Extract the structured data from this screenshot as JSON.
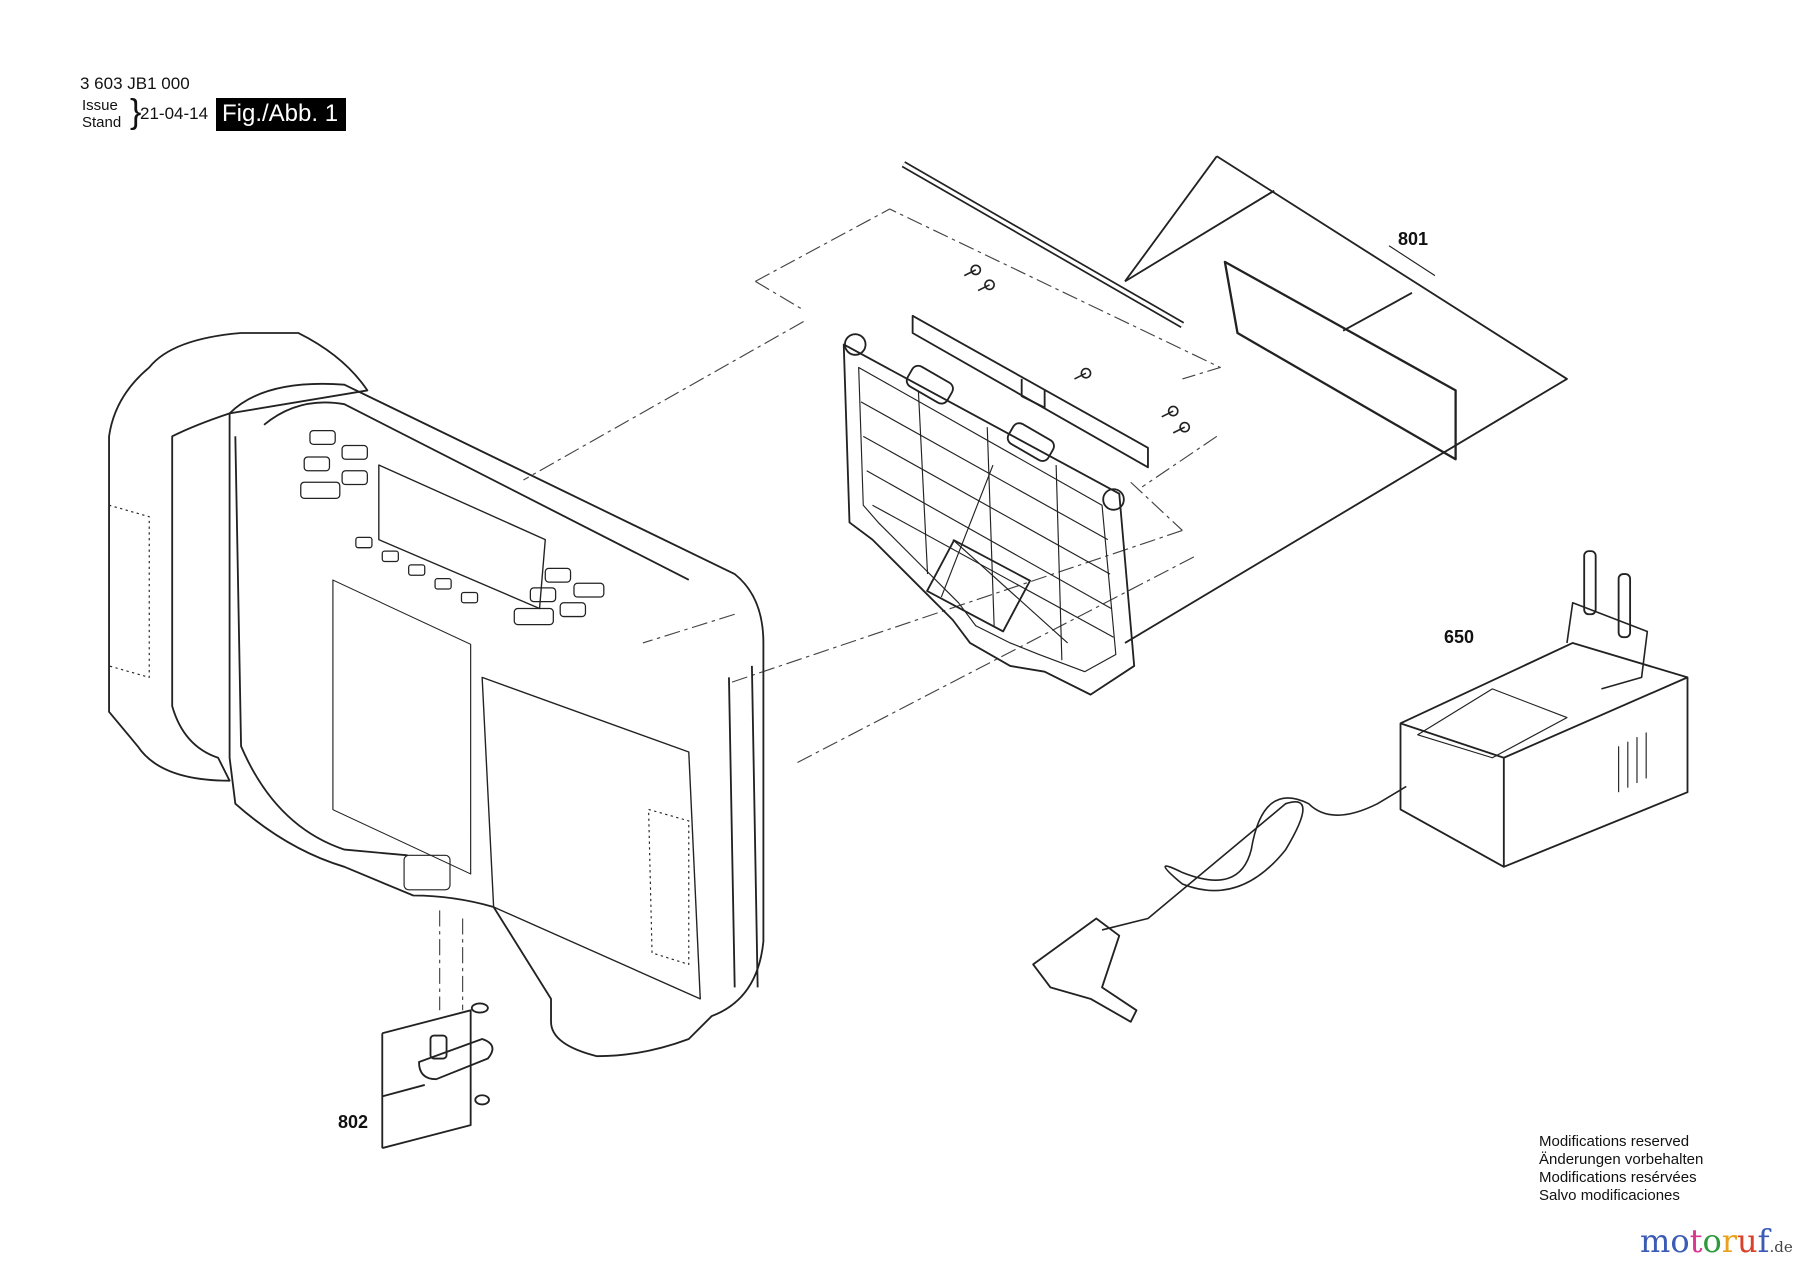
{
  "header": {
    "part_number": "3 603 JB1 000",
    "issue_label": "Issue",
    "stand_label": "Stand",
    "date": "21-04-14",
    "figure_label": "Fig./Abb. 1"
  },
  "callouts": {
    "p801": "801",
    "p650": "650",
    "p802": "802"
  },
  "notice": [
    "Modifications reserved",
    "Änderungen vorbehalten",
    "Modifications resérvées",
    "Salvo modificaciones"
  ],
  "watermark": {
    "letters": [
      "m",
      "o",
      "t",
      "o",
      "r",
      "u",
      "f"
    ],
    "colors": [
      "#3b5bb5",
      "#3b5bb5",
      "#d8368f",
      "#2f9a3c",
      "#e8a21c",
      "#d9412a",
      "#3b5bb5"
    ],
    "suffix": ".de"
  }
}
